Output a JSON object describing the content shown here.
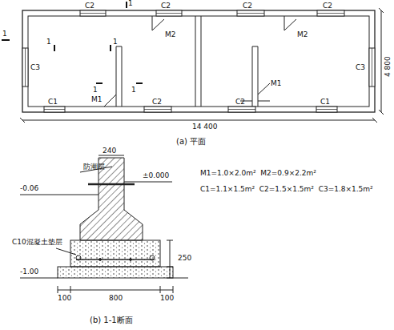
{
  "diagram": {
    "labels": [
      "1",
      "C2",
      "C2",
      "C2",
      "C2",
      "1",
      "1",
      "1",
      "M2",
      "M2",
      "C3",
      "1",
      "1",
      "C3",
      "M1",
      "M1",
      "4 800",
      "C1",
      "C2",
      "C2",
      "C1",
      "14 400",
      "(a) 平面",
      "M1=1.0×2.0m²  M2=0.9×2.2m²",
      "C1=1.1×1.5m²  C2=1.5×1.5m²  C3=1.8×1.5m²",
      "240",
      "防潮层",
      "±0.000",
      "-0.06",
      "C10混凝土垫层",
      "250",
      "-1.00",
      "100",
      "800",
      "100",
      "(b) 1-1断面"
    ]
  }
}
